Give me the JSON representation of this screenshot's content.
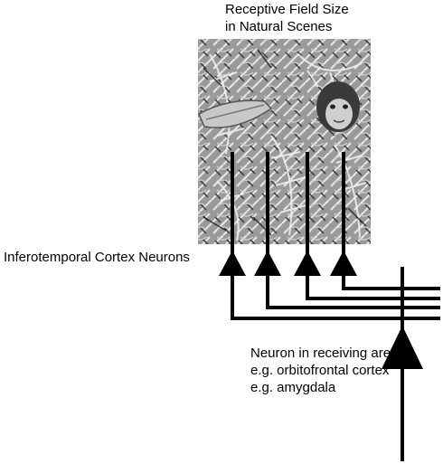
{
  "title": {
    "line1": "Receptive Field Size",
    "line2": "in Natural Scenes"
  },
  "labels": {
    "inferotemporal": "Inferotemporal Cortex Neurons",
    "receiving_line1": "Neuron in receiving area",
    "receiving_line2": "e.g. orbitofrontal cortex",
    "receiving_line3": "e.g. amygdala"
  },
  "scene": {
    "icons": [
      "fern-foliage-scene",
      "banana-icon",
      "monkey-face-icon"
    ]
  },
  "colors": {
    "ink": "#000000",
    "background": "#ffffff",
    "scene_gray": "#8a8a8a"
  }
}
